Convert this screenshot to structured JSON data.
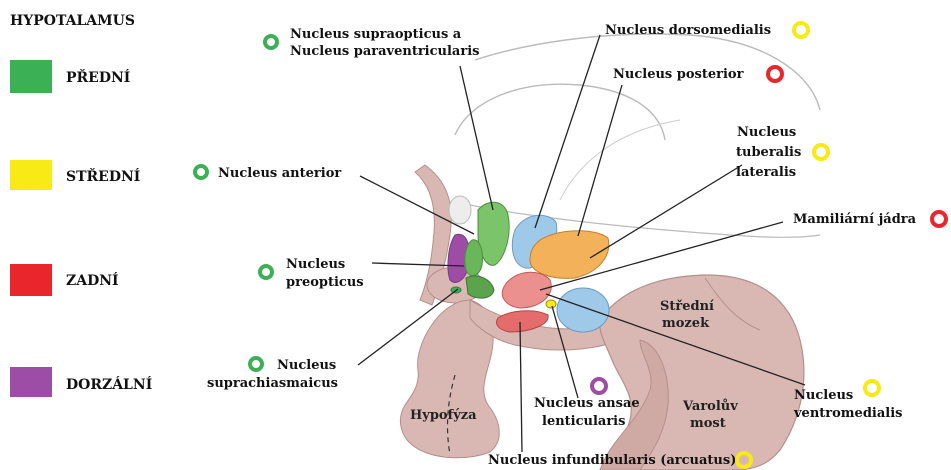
{
  "title": "HYPOTALAMUS",
  "legend": [
    {
      "label": "PŘEDNÍ",
      "color": "#3cb054"
    },
    {
      "label": "STŘEDNÍ",
      "color": "#f7ea15"
    },
    {
      "label": "ZADNÍ",
      "color": "#e8262c"
    },
    {
      "label": "DORZÁLNÍ",
      "color": "#9d4da5"
    }
  ],
  "nuclei": {
    "supraopticus": {
      "line1": "Nucleus supraopticus a",
      "line2": "Nucleus paraventricularis",
      "group": "PŘEDNÍ"
    },
    "dorsomedialis": {
      "line1": "Nucleus dorsomedialis",
      "group": "STŘEDNÍ"
    },
    "posterior": {
      "line1": "Nucleus posterior",
      "group": "ZADNÍ"
    },
    "anterior": {
      "line1": "Nucleus anterior",
      "group": "PŘEDNÍ"
    },
    "tuberalis": {
      "line1": "Nucleus",
      "line2": "tuberalis",
      "line3": "lateralis",
      "group": "STŘEDNÍ"
    },
    "mamilarni": {
      "line1": "Mamiliární jádra",
      "group": "ZADNÍ"
    },
    "preopticus": {
      "line1": "Nucleus",
      "line2": "preopticus",
      "group": "PŘEDNÍ"
    },
    "suprachiasmaticus": {
      "line1": "Nucleus",
      "line2": "suprachiasmaicus",
      "group": "PŘEDNÍ"
    },
    "ansae": {
      "line1": "Nucleus ansae",
      "line2": "lenticularis",
      "group": "DORZÁLNÍ"
    },
    "ventromedialis": {
      "line1": "Nucleus",
      "line2": "ventromedialis",
      "group": "STŘEDNÍ"
    },
    "infundibularis": {
      "line1": "Nucleus infundibularis (arcuatus)",
      "group": "STŘEDNÍ"
    }
  },
  "regions": {
    "midbrain_line1": "Střední",
    "midbrain_line2": "mozek",
    "pons_line1": "Varolův",
    "pons_line2": "most",
    "hypophysis": "Hypofýza"
  },
  "colors": {
    "anterior": "#3cb054",
    "middle": "#f7ea15",
    "posterior": "#e8262c",
    "dorsal": "#9d4da5",
    "brain_tissue": "#d9b8b4",
    "brain_edge": "#b58f8a"
  }
}
